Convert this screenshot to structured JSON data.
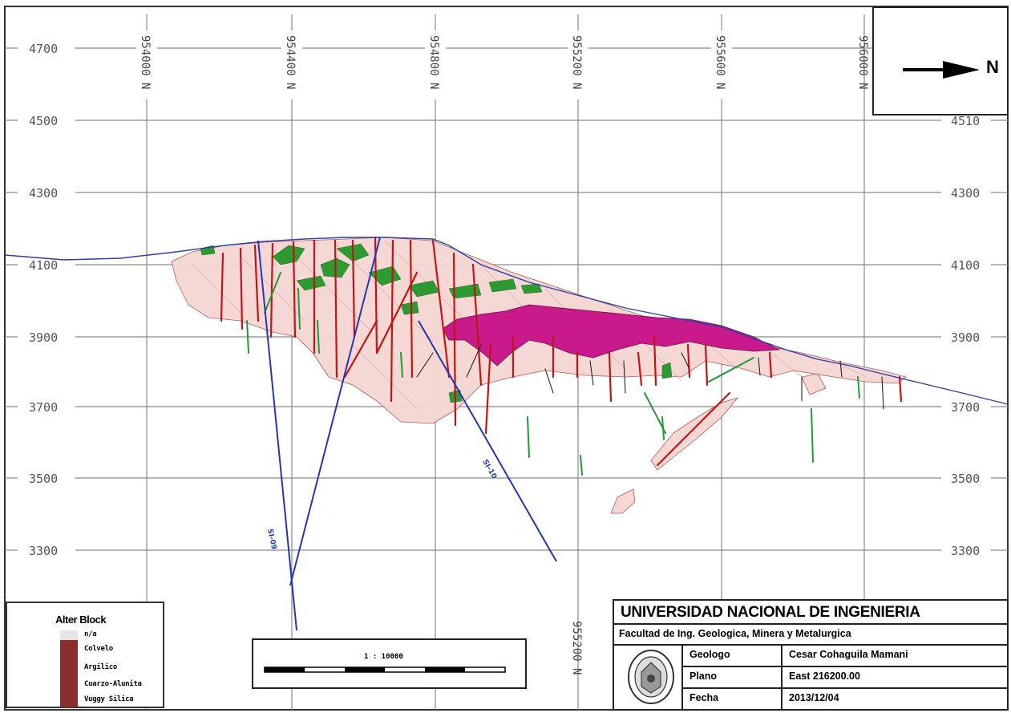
{
  "section": {
    "elevation_labels_left": [
      "4700",
      "4500",
      "4300",
      "4100",
      "3900",
      "3700",
      "3500",
      "3300"
    ],
    "elevation_labels_right": [
      "4510",
      "4300",
      "4100",
      "3900",
      "3700",
      "3500",
      "3300"
    ],
    "northing_labels": [
      "954000 N",
      "954400 N",
      "954800 N",
      "955200 N",
      "955600 N",
      "956000 N"
    ],
    "northing_label_bottom": "955200 N",
    "colors": {
      "argillic_halo": "#f4d6d2",
      "quartz_alunite": "#c41b6a",
      "vuggy_silica": "#d81fa0",
      "colluvium_green": "#2f9a2f",
      "hole_red": "#c21414",
      "hole_green": "#1f9a3a",
      "hole_blue": "#2436b0",
      "grid": "#777777"
    }
  },
  "north_arrow": {
    "label": "N"
  },
  "legend": {
    "title": "Alter Block",
    "items": [
      "n/a",
      "Colvelo",
      "Argilico",
      "Cuarzo-Alunita",
      "Vuggy Silica"
    ]
  },
  "scale": {
    "ratio": "1 : 10000"
  },
  "title_block": {
    "university": "UNIVERSIDAD NACIONAL DE INGENIERIA",
    "faculty": "Facultad de Ing. Geologica, Minera y Metalurgica",
    "rows": [
      {
        "key": "Geologo",
        "value": "Cesar Cohaguila Mamani"
      },
      {
        "key": "Plano",
        "value": "East 216200.00"
      },
      {
        "key": "Fecha",
        "value": "2013/12/04"
      }
    ]
  }
}
